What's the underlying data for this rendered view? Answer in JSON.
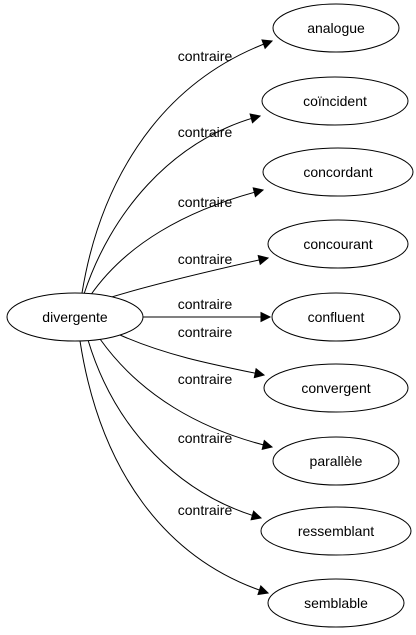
{
  "source": {
    "label": "divergente"
  },
  "relation_label": "contraire",
  "targets": [
    {
      "label": "analogue"
    },
    {
      "label": "coïncident"
    },
    {
      "label": "concordant"
    },
    {
      "label": "concourant"
    },
    {
      "label": "confluent"
    },
    {
      "label": "convergent"
    },
    {
      "label": "parallèle"
    },
    {
      "label": "ressemblant"
    },
    {
      "label": "semblable"
    }
  ]
}
